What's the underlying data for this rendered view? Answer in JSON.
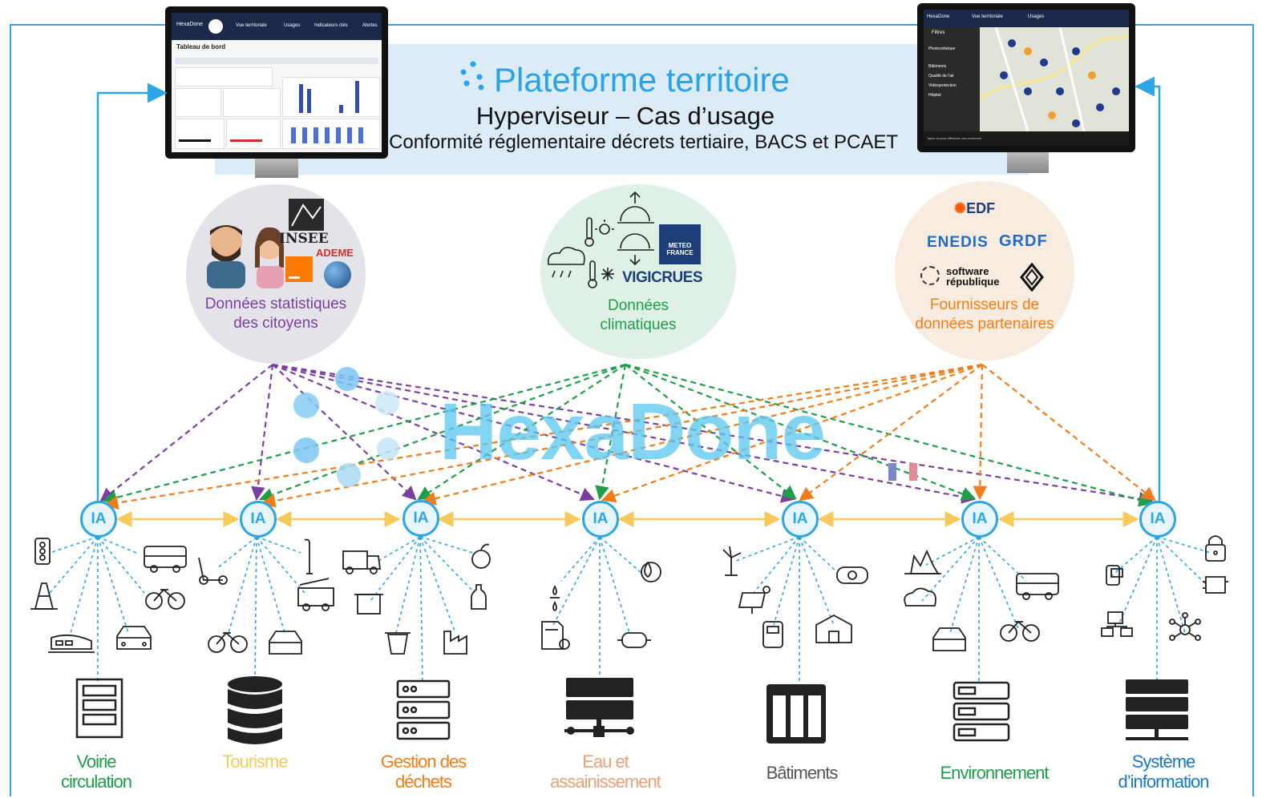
{
  "platform": {
    "title": "Plateforme territoire",
    "subtitle": "Hyperviseur – Cas d’usage",
    "tagline": "Conformité réglementaire décrets tertiaire, BACS et PCAET"
  },
  "watermark": "HexaDone",
  "left_monitor": {
    "brand": "HexaDone",
    "tabs": [
      "Vue territoriale",
      "Usages",
      "Indicateurs clés",
      "Alertes"
    ],
    "heading": "Tableau de bord"
  },
  "right_monitor": {
    "brand": "HexaDone",
    "tabs": [
      "Vue territoriale",
      "Usages"
    ],
    "filters_title": "Filtres",
    "menu": [
      "Photovoltaïque",
      "Bâtiments",
      "Qualité de l'air",
      "Vidéoprotection",
      "Hôpital"
    ],
    "taskbar_search": "Tapez ici pour effectuer une recherche"
  },
  "sources": [
    {
      "id": "citizens",
      "label_line1": "Données statistiques",
      "label_line2": "des citoyens",
      "color": "#7b3fa0",
      "logos": [
        "INSEE",
        "ADEME"
      ]
    },
    {
      "id": "climate",
      "label_line1": "Données",
      "label_line2": "climatiques",
      "color": "#1f9e4a",
      "logos": [
        "METEO FRANCE",
        "VIGICRUES"
      ]
    },
    {
      "id": "partners",
      "label_line1": "Fournisseurs de",
      "label_line2": "données partenaires",
      "color": "#f07d1a",
      "logos": [
        "EDF",
        "ENEDIS",
        "GRDF",
        "software république"
      ]
    }
  ],
  "ia_label": "IA",
  "domains": [
    {
      "line1": "Voirie",
      "line2": "circulation",
      "color": "#1f9e4a",
      "icons": [
        "traffic-light-icon",
        "bus-icon",
        "cone-icon",
        "bicycle-icon",
        "train-icon",
        "car-icon"
      ]
    },
    {
      "line1": "Tourisme",
      "line2": "",
      "color": "#f5c95a",
      "icons": [
        "scooter-icon",
        "street-lamp-icon",
        "fire-truck-icon",
        "bicycle-icon",
        "car-icon"
      ]
    },
    {
      "line1": "Gestion des",
      "line2": "déchets",
      "color": "#f07d1a",
      "icons": [
        "garbage-truck-icon",
        "apple-recycle-icon",
        "waste-bin-icon",
        "bottle-recycle-icon",
        "recycle-bin-icon",
        "factory-recycle-icon"
      ]
    },
    {
      "line1": "Eau et",
      "line2": "assainissement",
      "color": "#e8a07a",
      "icons": [
        "water-drops-icon",
        "water-drop-sun-icon",
        "water-bill-icon",
        "water-meter-icon"
      ]
    },
    {
      "line1": "Bâtiments",
      "line2": "",
      "color": "#555555",
      "icons": [
        "wind-turbine-icon",
        "gas-meter-icon",
        "solar-panel-icon",
        "electric-meter-icon",
        "school-icon"
      ]
    },
    {
      "line1": "Environnement",
      "line2": "",
      "color": "#1f9e4a",
      "icons": [
        "trees-icon",
        "co2-icon",
        "bus-icon",
        "car-icon",
        "bicycle-icon"
      ]
    },
    {
      "line1": "Système",
      "line2": "d’information",
      "color": "#1a78c8",
      "icons": [
        "lock-icon",
        "mobile-icon",
        "chip-icon",
        "network-icon",
        "hub-icon"
      ]
    }
  ]
}
